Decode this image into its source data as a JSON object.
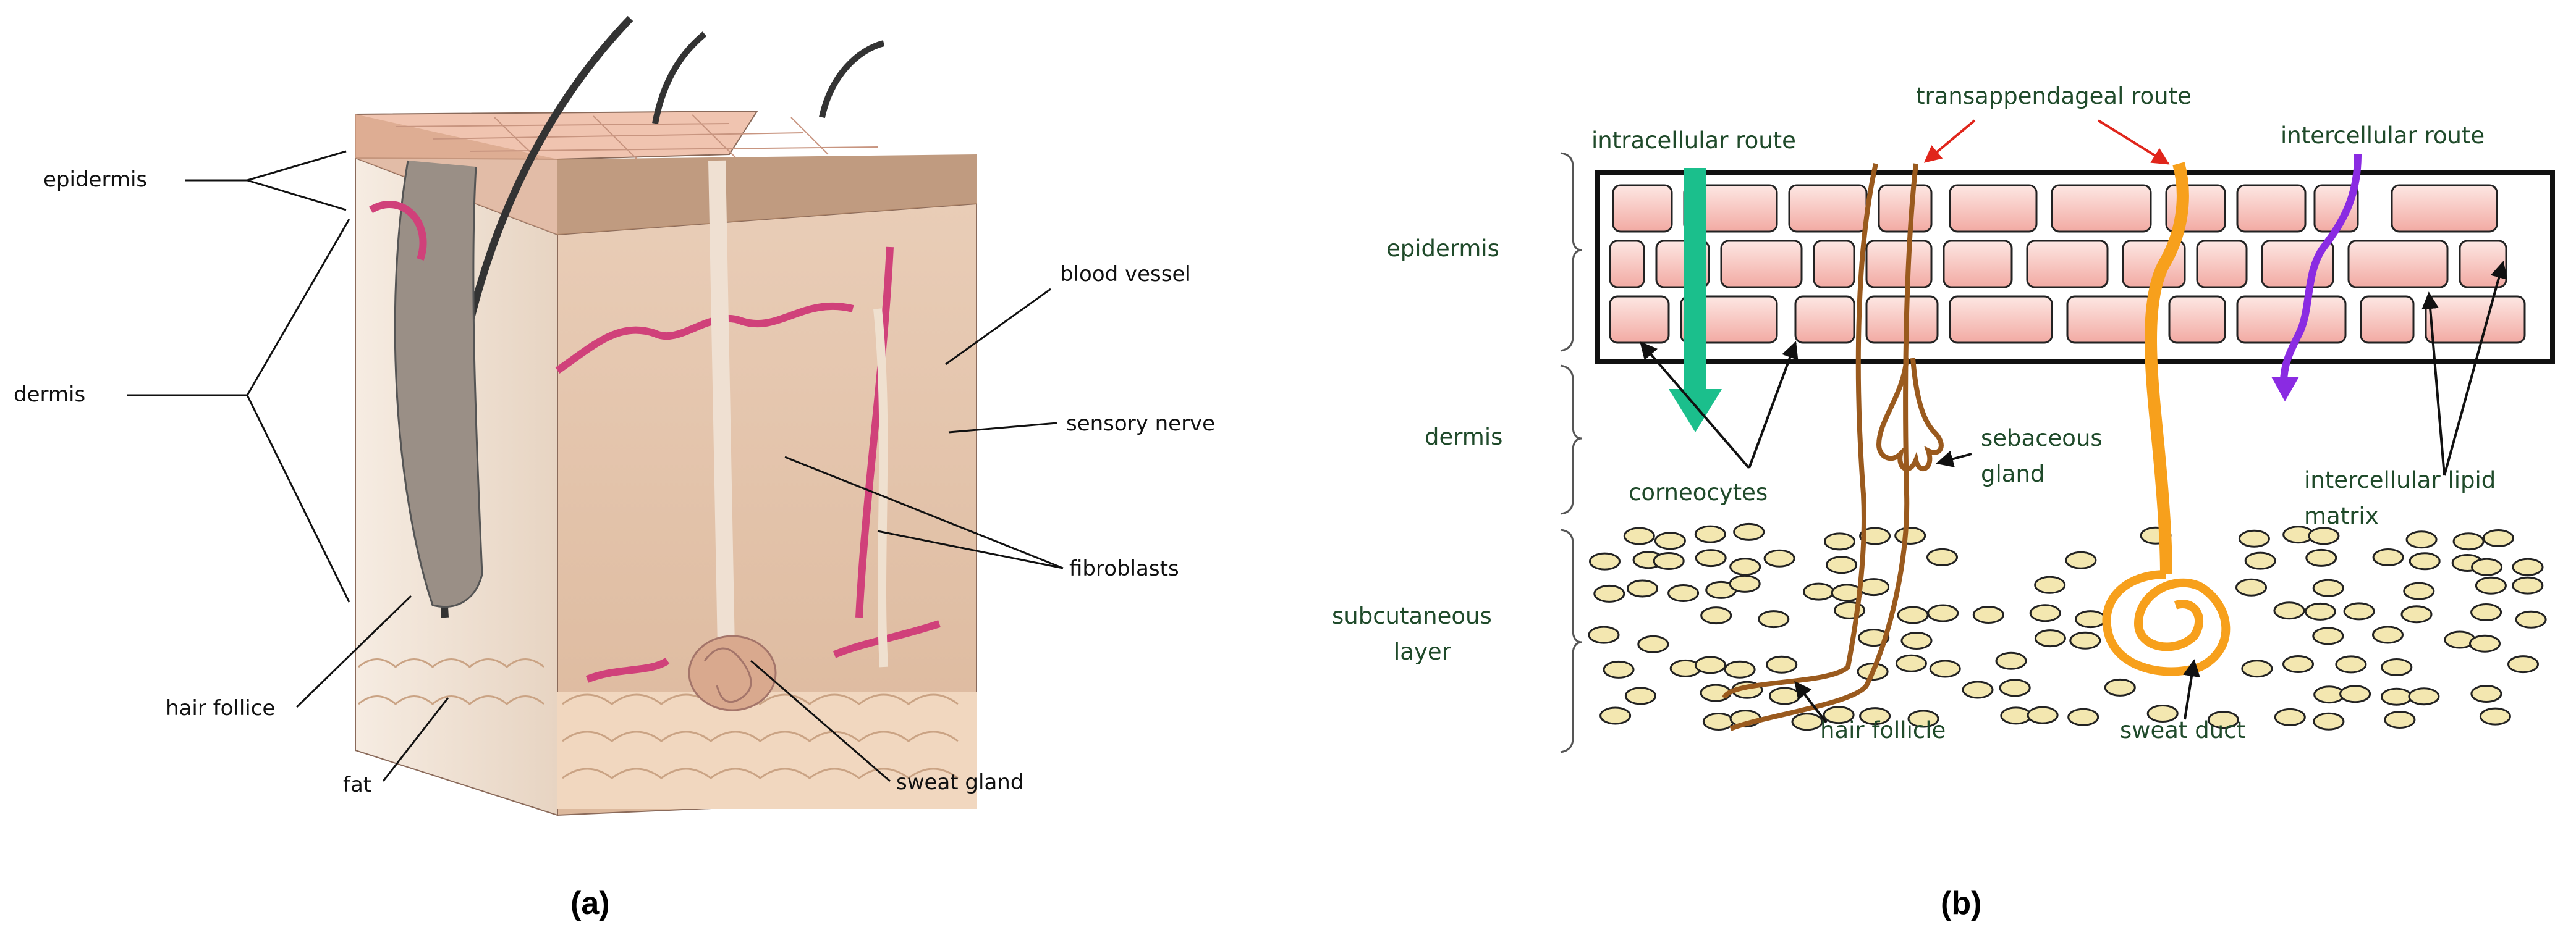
{
  "panel_a": {
    "caption": "(a)",
    "labels": {
      "epidermis": "epidermis",
      "dermis": "dermis",
      "hair_follicle": "hair follice",
      "fat": "fat",
      "blood_vessel": "blood vessel",
      "sensory_nerve": "sensory nerve",
      "fibroblasts": "fibroblasts",
      "sweat_gland": "sweat gland"
    }
  },
  "panel_b": {
    "caption": "(b)",
    "layers": {
      "epidermis": "epidermis",
      "dermis": "dermis",
      "subcutaneous_1": "subcutaneous",
      "subcutaneous_2": "layer"
    },
    "routes": {
      "intracellular": "intracellular route",
      "transappendageal": "transappendageal route",
      "intercellular": "intercellular route"
    },
    "labels": {
      "corneocytes": "corneocytes",
      "sebaceous_1": "sebaceous",
      "sebaceous_2": "gland",
      "lipid_1": "intercellular lipid",
      "lipid_2": "matrix",
      "hair_follicle": "hair follicle",
      "sweat_duct": "sweat duct"
    },
    "colors": {
      "intracellular_arrow": "#1bbf8c",
      "intercellular_arrow": "#8a2be2",
      "hair_follicle": "#9a5a1e",
      "sweat_duct": "#f7a01c",
      "corneocyte_fill": "#f6c3bd",
      "fat_cell_fill": "#f3e7b0",
      "route_pointer": "#e0251b"
    }
  }
}
